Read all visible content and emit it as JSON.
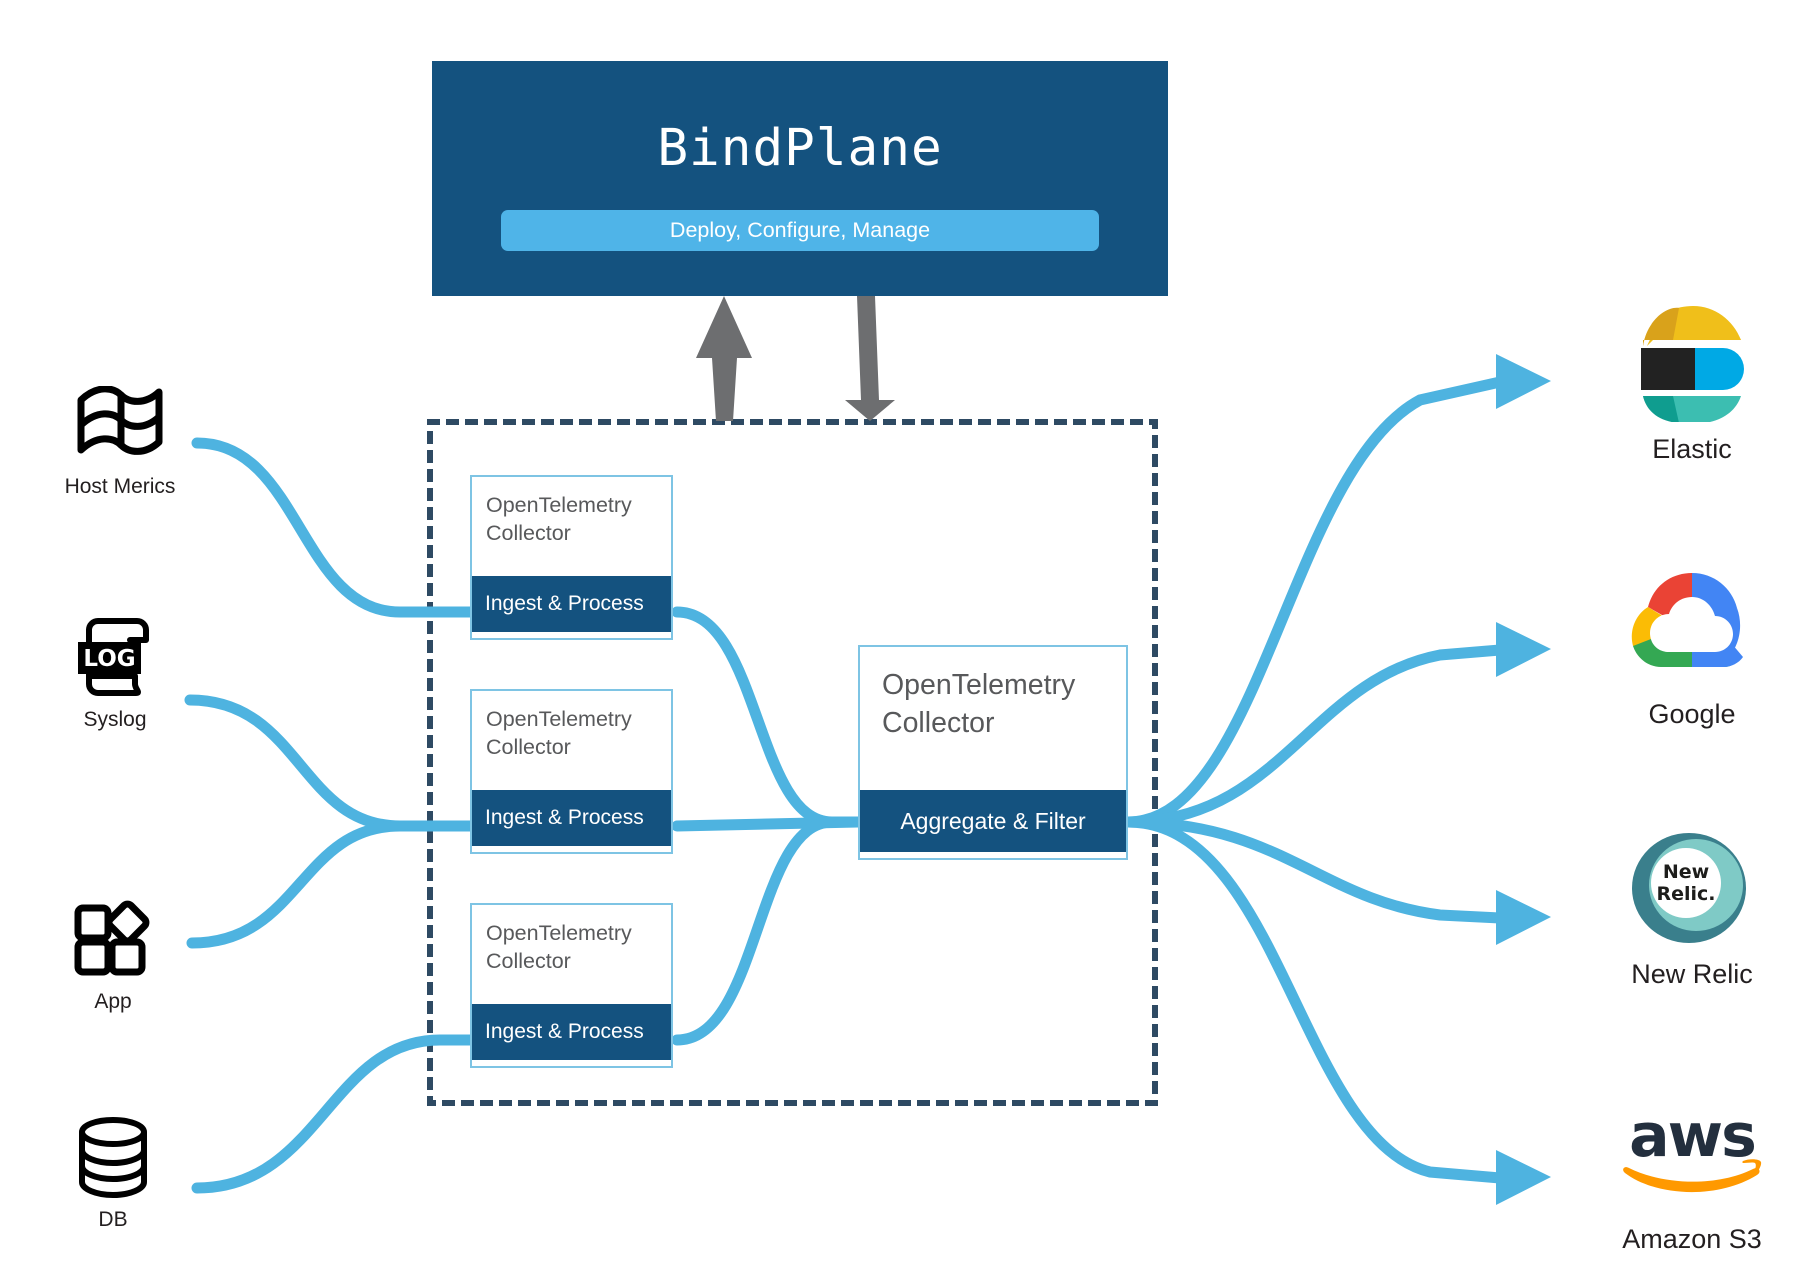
{
  "diagram": {
    "title": "BindPlane observability pipeline architecture",
    "colors": {
      "panel_navy": "#14527f",
      "pill_blue": "#4fb4e8",
      "flow_blue": "#4eb3e0",
      "card_border": "#7ec4e4",
      "dotted_border": "#2e4a63",
      "control_arrow_gray": "#6d6e70",
      "text_gray": "#58595b",
      "text_dark": "#231f20"
    }
  },
  "bindplane": {
    "title": "BindPlane",
    "pill_label": "Deploy, Configure, Manage"
  },
  "control_arrows": [
    {
      "name": "telemetry-status-up-arrow",
      "direction": "up"
    },
    {
      "name": "configuration-down-arrow",
      "direction": "down"
    }
  ],
  "pipeline": {
    "container_name": "otel-pipeline-boundary",
    "ingest_collectors": [
      {
        "title": "OpenTelemetry\nCollector",
        "title_line1": "OpenTelemetry",
        "title_line2": "Collector",
        "action": "Ingest & Process"
      },
      {
        "title": "OpenTelemetry\nCollector",
        "title_line1": "OpenTelemetry",
        "title_line2": "Collector",
        "action": "Ingest & Process"
      },
      {
        "title": "OpenTelemetry\nCollector",
        "title_line1": "OpenTelemetry",
        "title_line2": "Collector",
        "action": "Ingest & Process"
      }
    ],
    "aggregate_collector": {
      "title_line1": "OpenTelemetry",
      "title_line2": "Collector",
      "action": "Aggregate & Filter"
    }
  },
  "sources": [
    {
      "label": "Host Merics",
      "icon": "flag-icon"
    },
    {
      "label": "Syslog",
      "icon": "log-scroll-icon",
      "icon_text": "LOG"
    },
    {
      "label": "App",
      "icon": "app-blocks-icon"
    },
    {
      "label": "DB",
      "icon": "database-cylinder-icon"
    }
  ],
  "destinations": [
    {
      "label": "Elastic",
      "icon": "elastic-logo-icon"
    },
    {
      "label": "Google",
      "icon": "google-cloud-logo-icon"
    },
    {
      "label": "New Relic",
      "icon": "new-relic-logo-icon",
      "logo_text_line1": "New",
      "logo_text_line2": "Relic."
    },
    {
      "label": "Amazon S3",
      "icon": "aws-logo-icon",
      "logo_text": "aws"
    }
  ]
}
